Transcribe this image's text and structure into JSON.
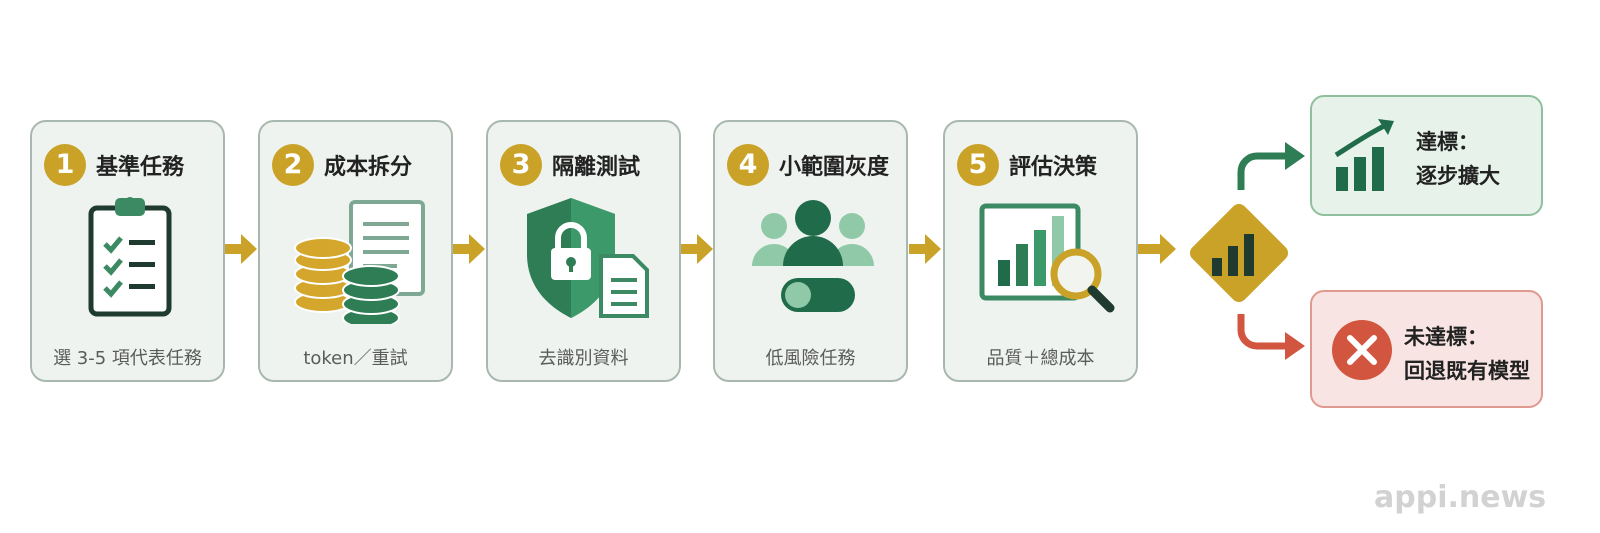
{
  "steps": [
    {
      "number": "1",
      "title": "基準任務",
      "caption": "選 3-5 項代表任務",
      "icon": "clipboard-checklist-icon"
    },
    {
      "number": "2",
      "title": "成本拆分",
      "caption": "token／重試",
      "icon": "coins-document-icon"
    },
    {
      "number": "3",
      "title": "隔離測試",
      "caption": "去識別資料",
      "icon": "shield-lock-icon"
    },
    {
      "number": "4",
      "title": "小範圍灰度",
      "caption": "低風險任務",
      "icon": "users-toggle-icon"
    },
    {
      "number": "5",
      "title": "評估決策",
      "caption": "品質＋總成本",
      "icon": "chart-magnifier-icon"
    }
  ],
  "decision": {
    "icon": "bar-chart-diamond-icon"
  },
  "outcomes": {
    "success": {
      "line1": "達標：",
      "line2": "逐步擴大",
      "icon": "growth-chart-icon",
      "color": "#1f6b4a"
    },
    "fail": {
      "line1": "未達標：",
      "line2": "回退既有模型",
      "icon": "x-circle-icon",
      "color": "#d2553f"
    }
  },
  "colors": {
    "gold": "#c9a227",
    "green": "#2e7d55",
    "light_green": "#8fc9a8",
    "card_bg": "#eef3ef"
  },
  "watermark": "appi.news"
}
